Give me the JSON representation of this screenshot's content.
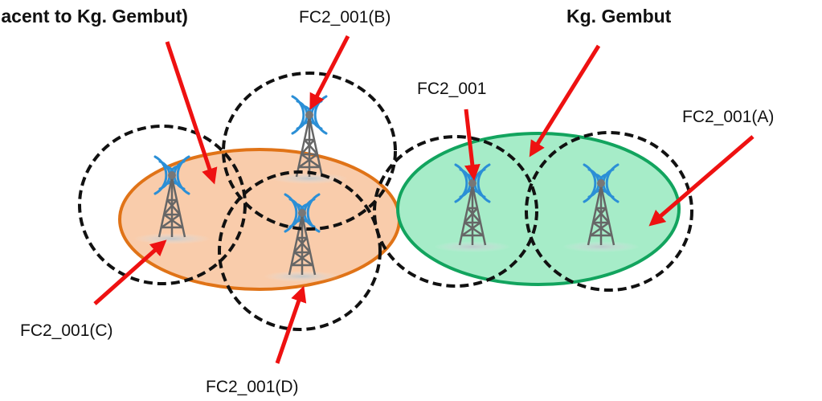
{
  "regions": {
    "adjacent": {
      "label": "jacent to Kg. Gembut)",
      "fill": "#f9ccab",
      "stroke": "#e07317"
    },
    "gembut": {
      "label": "Kg. Gembut",
      "fill": "#a6ecc8",
      "stroke": "#12a45e"
    }
  },
  "towers": {
    "main": {
      "label": "FC2_001"
    },
    "a": {
      "label": "FC2_001(A)"
    },
    "b": {
      "label": "FC2_001(B)"
    },
    "c": {
      "label": "FC2_001(C)"
    },
    "d": {
      "label": "FC2_001(D)"
    }
  },
  "colors": {
    "arrow": "#ee1111",
    "coverage": "#111111",
    "tower_signal": "#2b8fd6",
    "tower_body": "#666666"
  },
  "icons": {
    "tower": "radio-tower-icon"
  }
}
